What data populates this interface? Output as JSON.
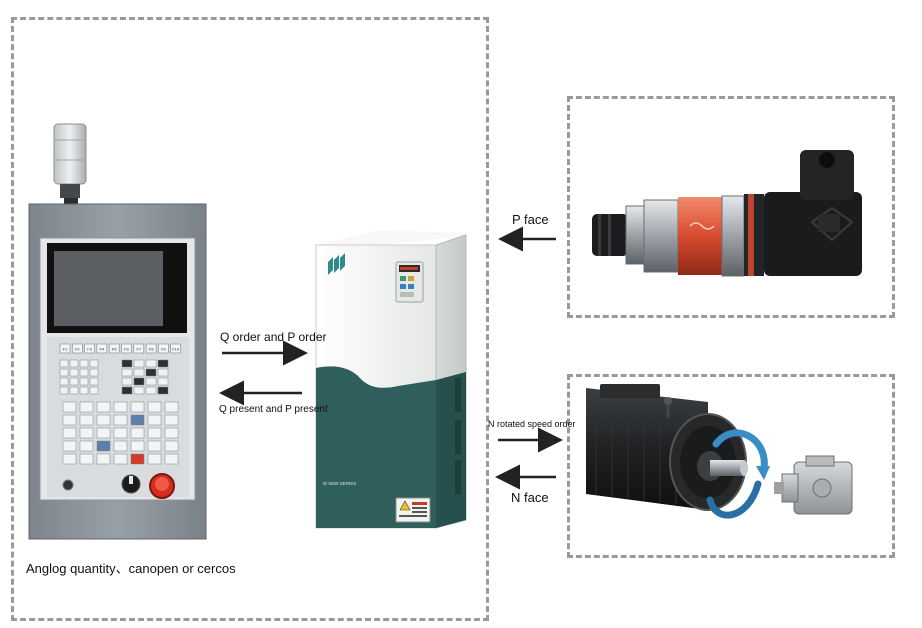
{
  "labels": {
    "p_face": "P face",
    "n_face": "N face",
    "q_order": "Q order and P order",
    "q_present": "Q present and P present",
    "n_speed_order": "N rotated speed order",
    "bottom_caption": "Anglog quantity、canopen or cercos"
  },
  "controller": {
    "top_keys": [
      "F1",
      "F2",
      "F3",
      "F4",
      "F5",
      "F6",
      "F7",
      "F8",
      "F9",
      "F10"
    ]
  },
  "drive": {
    "model_text": "IE 6000 SERIES"
  },
  "colors": {
    "drive_top": "#eef0ee",
    "drive_bottom": "#2f5f5c",
    "panel": "#8b929b",
    "arrow": "#222222",
    "sensor_band": "#d84a30",
    "motor_arrow": "#3a8cc4"
  }
}
